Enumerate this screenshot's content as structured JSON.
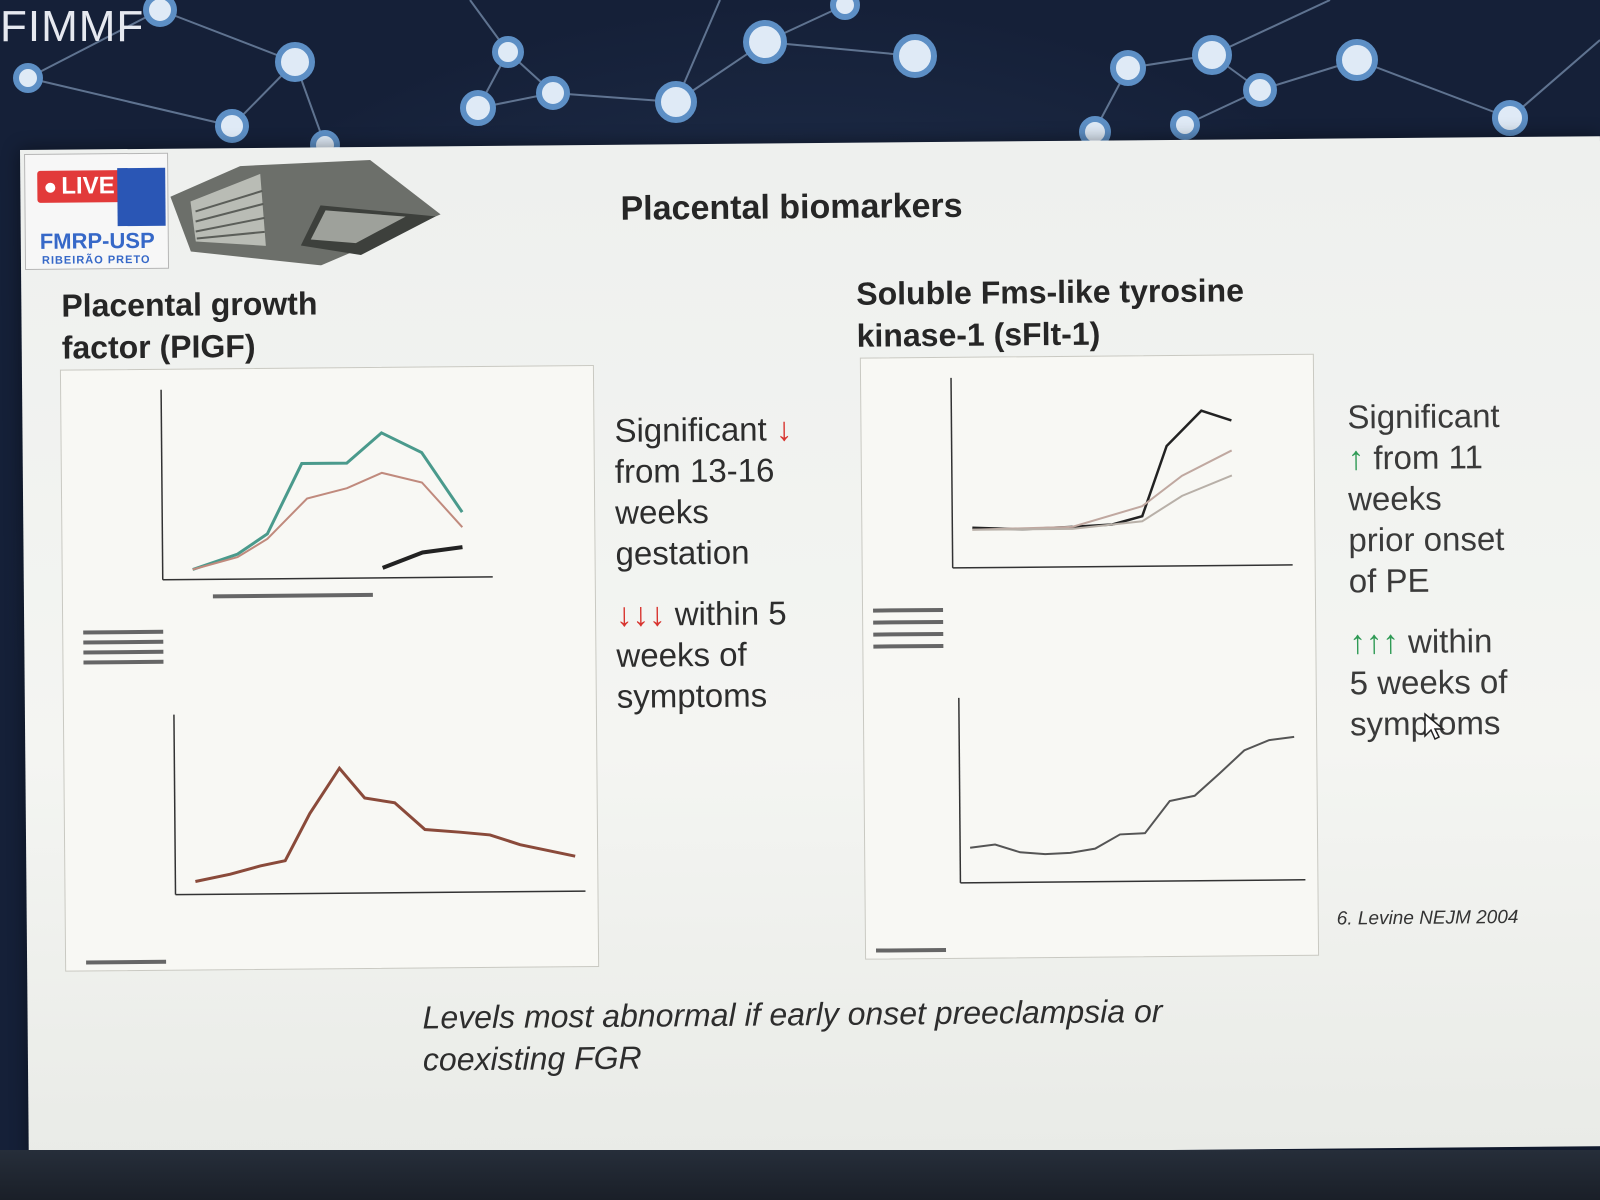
{
  "brand": "FIMMF",
  "logo": {
    "live_label": "LIVE",
    "name": "FMRP-USP",
    "sub": "RIBEIRÃO PRETO"
  },
  "slide": {
    "title": "Placental biomarkers",
    "left_heading": [
      "Placental growth",
      "factor (PIGF)"
    ],
    "right_heading": [
      "Soluble Fms-like tyrosine",
      "kinase-1 (sFlt-1)"
    ],
    "left_points": {
      "p1": [
        "Significant",
        "from 13-16",
        "weeks",
        "gestation"
      ],
      "p1_arrow": "↓",
      "p2_arrows": "↓↓↓",
      "p2": [
        "within 5",
        "weeks of",
        "symptoms"
      ]
    },
    "right_points": {
      "p1": [
        "Significant",
        "from 11",
        "weeks",
        "prior onset",
        "of PE"
      ],
      "p1_arrow": "↑",
      "p2_arrows": "↑↑↑",
      "p2": [
        "within",
        "5 weeks of",
        "symptoms"
      ]
    },
    "reference": "6. Levine NEJM 2004",
    "bottom_note": [
      "Levels most abnormal if early onset preeclampsia or",
      "coexisting FGR"
    ]
  },
  "colors": {
    "background": "#1b2740",
    "node": "#cfe3f4",
    "slide": "#f2f3f0",
    "down_arrow": "#d8342f",
    "up_arrow": "#2f9a55"
  }
}
